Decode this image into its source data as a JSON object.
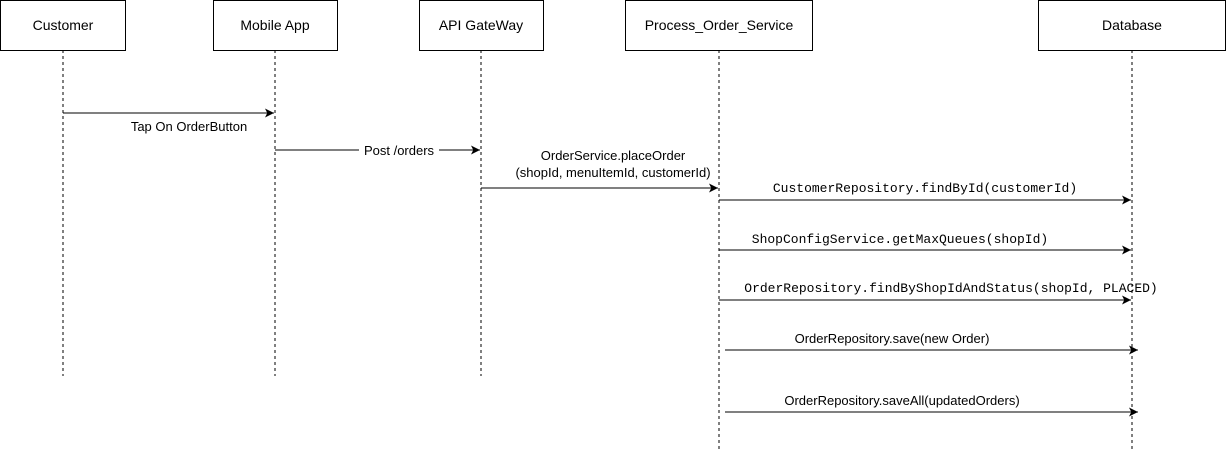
{
  "actors": [
    {
      "id": "customer",
      "label": "Customer"
    },
    {
      "id": "mobile",
      "label": "Mobile App"
    },
    {
      "id": "gateway",
      "label": "API GateWay"
    },
    {
      "id": "service",
      "label": "Process_Order_Service"
    },
    {
      "id": "database",
      "label": "Database"
    }
  ],
  "messages": [
    {
      "id": "tap-order",
      "from": "customer",
      "to": "mobile",
      "label": "Tap On OrderButton"
    },
    {
      "id": "post-orders",
      "from": "mobile",
      "to": "gateway",
      "label": "Post /orders"
    },
    {
      "id": "place-order",
      "from": "gateway",
      "to": "service",
      "label_line1": "OrderService.placeOrder",
      "label_line2": "(shopId, menuItemId, customerId)"
    },
    {
      "id": "find-customer",
      "from": "service",
      "to": "database",
      "label": "CustomerRepository.findById(customerId)"
    },
    {
      "id": "get-max-queues",
      "from": "service",
      "to": "database",
      "label": "ShopConfigService.getMaxQueues(shopId)"
    },
    {
      "id": "find-orders",
      "from": "service",
      "to": "database",
      "label": "OrderRepository.findByShopIdAndStatus(shopId, PLACED)"
    },
    {
      "id": "save-order",
      "from": "service",
      "to": "database",
      "label": "OrderRepository.save(new Order)"
    },
    {
      "id": "save-all",
      "from": "service",
      "to": "database",
      "label": "OrderRepository.saveAll(updatedOrders)"
    }
  ]
}
